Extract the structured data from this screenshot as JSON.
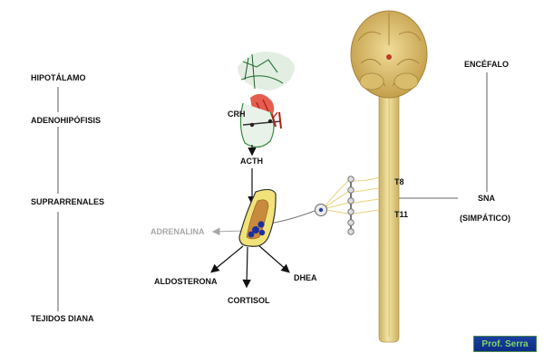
{
  "left_labels": {
    "hipotalamo": "HIPOTÁLAMO",
    "adenohipofisis": "ADENOHIPÓFISIS",
    "suprarrenales": "SUPRARRENALES",
    "tejidos_diana": "TEJIDOS DIANA"
  },
  "hormones": {
    "crh": "CRH",
    "acth": "ACTH",
    "adrenalina": "ADRENALINA",
    "aldosterona": "ALDOSTERONA",
    "cortisol": "CORTISOL",
    "dhea": "DHEA"
  },
  "spine": {
    "t8": "T8",
    "t11": "T11"
  },
  "right_labels": {
    "encefalo": "ENCÉFALO",
    "sna": "SNA",
    "simpatico": "(SIMPÁTICO)"
  },
  "author_badge": "Prof. Serra",
  "colors": {
    "spinal_cord": "#e8d58c",
    "brain": "#d7bd6b",
    "adrenal_outer": "#f1e37a",
    "adrenal_inner": "#c88a3c",
    "adrenal_core": "#1c2fa0",
    "badge_bg": "#1b3fa0",
    "badge_text": "#7fd66a",
    "muted_text": "#a8a8a8"
  }
}
